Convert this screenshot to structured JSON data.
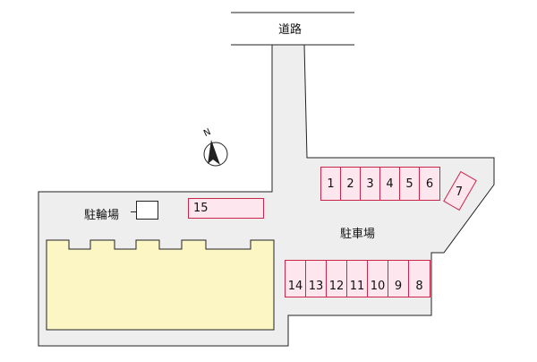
{
  "road": {
    "label": "道路"
  },
  "parking": {
    "label": "駐車場"
  },
  "bicycle_parking": {
    "label": "駐輪場"
  },
  "compass": {
    "north_label": "N"
  },
  "colors": {
    "site_fill": "#eeeeee",
    "building_fill": "#fbf6c4",
    "spot_fill": "#fde6ee",
    "spot_border": "#c8264a"
  },
  "spots_top": [
    "1",
    "2",
    "3",
    "4",
    "5",
    "6"
  ],
  "spot_rotated": "7",
  "spots_bottom": [
    "14",
    "13",
    "12",
    "11",
    "10",
    "9",
    "8"
  ],
  "spot_single": "15"
}
